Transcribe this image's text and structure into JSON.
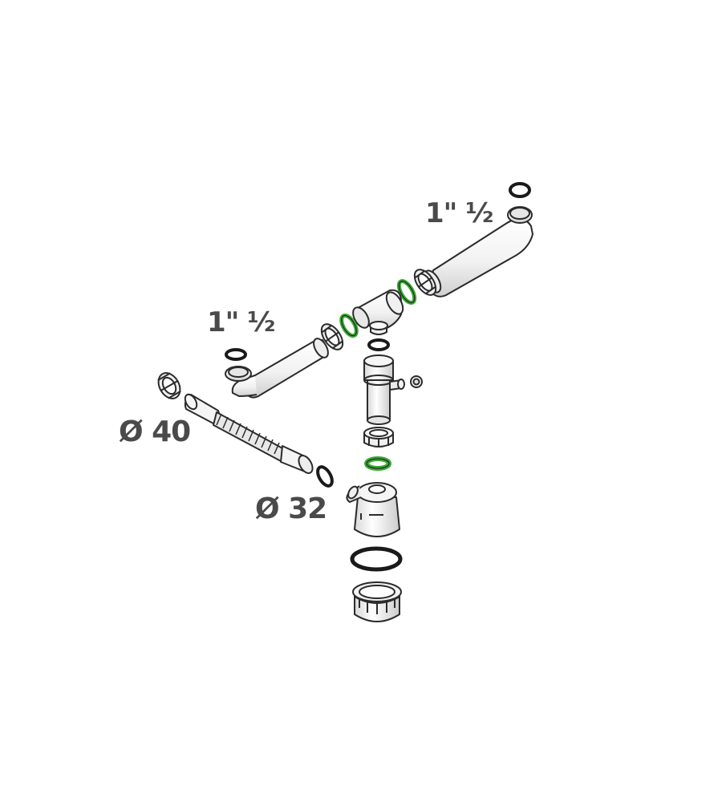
{
  "labels": {
    "pipe_right": "1\" ½",
    "pipe_left": "1\" ½",
    "diameter_40": "Ø 40",
    "diameter_32": "Ø 32"
  },
  "colors": {
    "outline": "#2b2b2b",
    "part_fill": "#f4f4f4",
    "shade": "#d9d9d9",
    "gasket_black": "#1a1a1a",
    "gasket_green": "#3aa635",
    "label": "#4a4a4a"
  }
}
